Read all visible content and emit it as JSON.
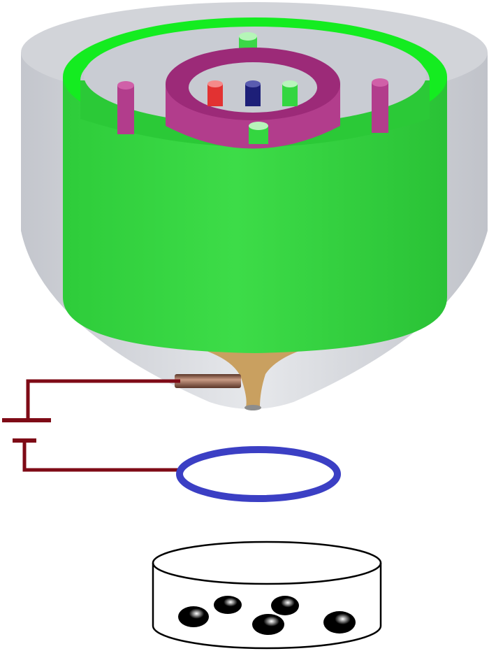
{
  "colors": {
    "outer_shell": "#c9ccd2",
    "green_cylinder": "#33d43f",
    "green_rim": "#12ee1e",
    "magenta": "#b23d8c",
    "red_rod": "#e23232",
    "blue_rod": "#1d1f78",
    "wire": "#7e0a16",
    "ring_electrode": "#3b3fc4",
    "cone_liquid": "#c9a060",
    "needle": "#8a5a48",
    "dish_outline": "#000000",
    "cells": [
      "#e0533f",
      "#ece6ee",
      "#e8c880",
      "#eeeaa0",
      "#8ccc40"
    ]
  },
  "icons": [
    "outer-shell-cylinder",
    "green-cylinder",
    "magenta-ring",
    "rods",
    "battery",
    "ring-electrode",
    "petri-dish",
    "cells"
  ]
}
